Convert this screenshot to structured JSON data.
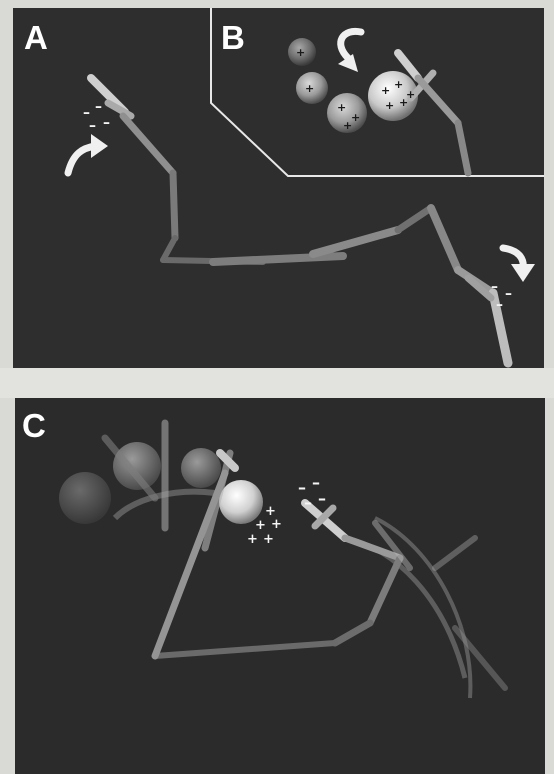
{
  "figure": {
    "panels": [
      {
        "label": "A"
      },
      {
        "label": "B"
      },
      {
        "label": "C"
      }
    ],
    "charges": {
      "negative": "–",
      "positive": "+"
    },
    "colors": {
      "panel_background": "#2e2e2e",
      "page_background": "#d9d9d5",
      "label_color": "#ffffff",
      "inset_border": "#e8e8e8"
    }
  }
}
